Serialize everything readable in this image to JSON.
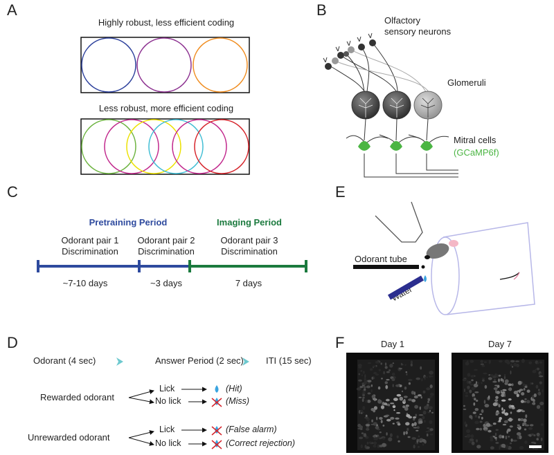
{
  "panels": {
    "A": {
      "letter": "A",
      "top_caption": "Highly robust, less efficient coding",
      "bottom_caption": "Less robust, more efficient coding",
      "colors_top": [
        "#2b3f9b",
        "#8b2f8f",
        "#f08c1e"
      ],
      "colors_bottom": [
        "#6cb33f",
        "#c1278c",
        "#ece100",
        "#3fbdd4",
        "#c1278c",
        "#d6232a"
      ]
    },
    "B": {
      "letter": "B",
      "osn_label_1": "Olfactory",
      "osn_label_2": "sensory neurons",
      "glomeruli_label": "Glomeruli",
      "mitral_label": "Mitral cells",
      "gcamp_label": "(GCaMP6f)",
      "gcamp_color": "#4bb543"
    },
    "C": {
      "letter": "C",
      "pretraining_title": "Pretraining Period",
      "imaging_title": "Imaging Period",
      "pretraining_color": "#2e4a9e",
      "imaging_color": "#1b7a3e",
      "stages": [
        {
          "line1": "Odorant pair 1",
          "line2": "Discrimination",
          "duration": "~7-10 days"
        },
        {
          "line1": "Odorant pair 2",
          "line2": "Discrimination",
          "duration": "~3 days"
        },
        {
          "line1": "Odorant pair 3",
          "line2": "Discrimination",
          "duration": "7 days"
        }
      ]
    },
    "D": {
      "letter": "D",
      "sequence": [
        "Odorant (4 sec)",
        "Answer Period (2 sec)",
        "ITI (15 sec)"
      ],
      "arrow_color": "#6ec9cf",
      "rewarded": {
        "label": "Rewarded odorant",
        "lick": "Lick",
        "no_lick": "No lick",
        "lick_outcome": "(Hit)",
        "no_lick_outcome": "(Miss)"
      },
      "unrewarded": {
        "label": "Unrewarded odorant",
        "lick": "Lick",
        "no_lick": "No lick",
        "lick_outcome": "(False alarm)",
        "no_lick_outcome": "(Correct rejection)"
      }
    },
    "E": {
      "letter": "E",
      "odorant_tube": "Odorant tube",
      "water": "Water",
      "water_color": "#2b2e8f"
    },
    "F": {
      "letter": "F",
      "day1": "Day 1",
      "day7": "Day 7"
    }
  }
}
